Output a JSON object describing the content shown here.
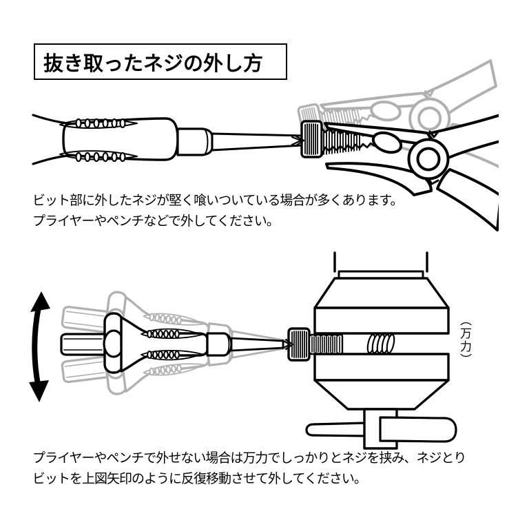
{
  "title": {
    "text": "抜き取ったネジの外し方"
  },
  "step1": {
    "caption_line1": "ビット部に外したネジが堅く喰いついている場合が多くあります。",
    "caption_line2": "プライヤーやペンチなどで外してください。"
  },
  "step2": {
    "caption_line1": "プライヤーやペンチで外せない場合は万力でしっかりとネジを挟み、ネジとり",
    "caption_line2": "ビットを上図矢印のように反復移動させて外してください。",
    "vise_label": "（万力）"
  },
  "colors": {
    "line": "#000000",
    "ghost": "#b0b0b0",
    "background": "#ffffff"
  }
}
